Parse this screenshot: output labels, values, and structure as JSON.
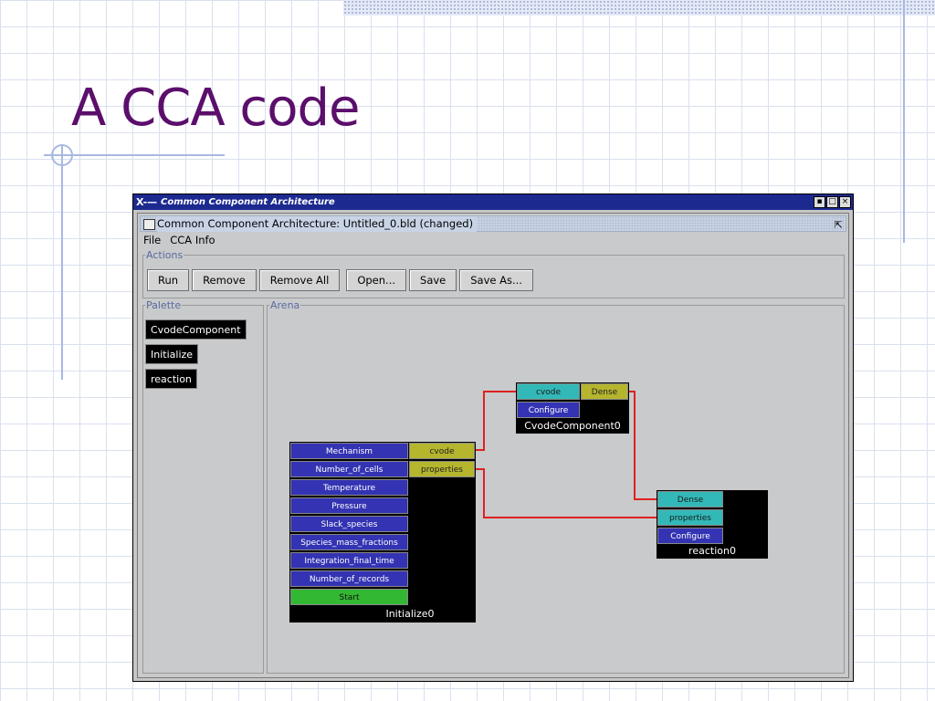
{
  "slide": {
    "title": "A CCA code"
  },
  "xwindow": {
    "title": "Common Component Architecture",
    "logo": "X-—"
  },
  "frame": {
    "title": "Common Component Architecture: Untitled_0.bld (changed)"
  },
  "menu": [
    "File",
    "CCA Info"
  ],
  "actions": {
    "legend": "Actions",
    "buttons": [
      "Run",
      "Remove",
      "Remove All",
      "Open...",
      "Save",
      "Save As..."
    ]
  },
  "palette": {
    "legend": "Palette",
    "items": [
      "CvodeComponent",
      "Initialize",
      "reaction"
    ]
  },
  "arena": {
    "legend": "Arena",
    "components": {
      "cvode": {
        "name": "CvodeComponent0",
        "ports": [
          "cvode",
          "Dense",
          "Configure"
        ]
      },
      "initialize": {
        "name": "Initialize0",
        "provides": [
          "Mechanism",
          "Number_of_cells",
          "Temperature",
          "Pressure",
          "Slack_species",
          "Species_mass_fractions",
          "Integration_final_time",
          "Number_of_records",
          "Start"
        ],
        "uses": [
          "cvode",
          "properties"
        ]
      },
      "reaction": {
        "name": "reaction0",
        "ports": [
          "Dense",
          "properties",
          "Configure"
        ]
      }
    }
  },
  "colors": {
    "title": "#5b0f6b",
    "provides": "#3333b3",
    "uses": "#b5b52e",
    "cyan": "#33b8b8",
    "start": "#33b833",
    "wire": "#e02020"
  }
}
